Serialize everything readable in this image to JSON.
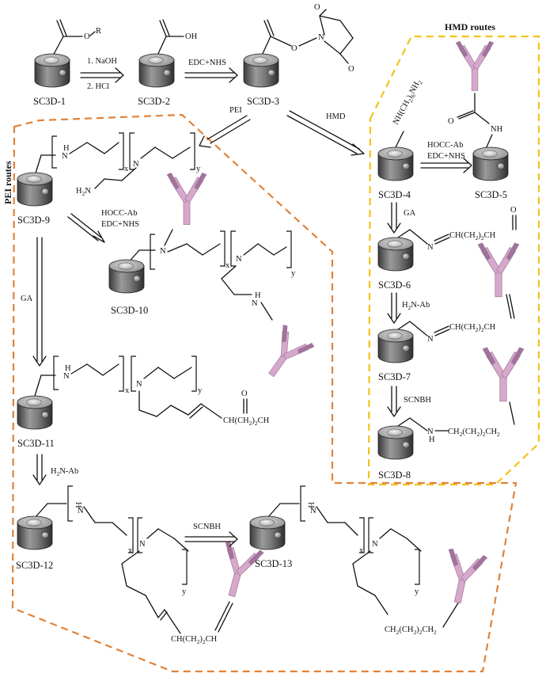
{
  "routes": {
    "hmd_title": "HMD routes",
    "pei_title": "PEI routes",
    "hmd_color": "#f2c21b",
    "pei_color": "#e0823a"
  },
  "antibody_color": "#d6a8cc",
  "antibody_dark": "#a0749a",
  "compounds": {
    "sc1": "SC3D-1",
    "sc2": "SC3D-2",
    "sc3": "SC3D-3",
    "sc4": "SC3D-4",
    "sc5": "SC3D-5",
    "sc6": "SC3D-6",
    "sc7": "SC3D-7",
    "sc8": "SC3D-8",
    "sc9": "SC3D-9",
    "sc10": "SC3D-10",
    "sc11": "SC3D-11",
    "sc12": "SC3D-12",
    "sc13": "SC3D-13"
  },
  "reagents": {
    "naoh": "1. NaOH",
    "hcl": "2. HCl",
    "edc_nhs": "EDC+NHS",
    "pei": "PEI",
    "hmd": "HMD",
    "hocc_ab_hmd": "HOCC-Ab",
    "edc_nhs_hmd": "EDC+NHS",
    "ga_hmd": "GA",
    "h2n_ab_hmd_a": "H",
    "h2n_ab_hmd_sub": "2",
    "h2n_ab_hmd_b": "N-Ab",
    "scnbh_hmd": "SCNBH",
    "hocc_ab_pei": "HOCC-Ab",
    "edc_nhs_pei": "EDC+NHS",
    "ga_pei": "GA",
    "h2n_ab_pei_a": "H",
    "h2n_ab_pei_sub": "2",
    "h2n_ab_pei_b": "N-Ab",
    "scnbh_pei": "SCNBH"
  },
  "atoms": {
    "r": "R",
    "oh": "OH",
    "o": "O",
    "n": "N",
    "nh": "NH",
    "h": "H",
    "x": "x",
    "y": "y",
    "hmd_amine_a": "NH(CH",
    "hmd_amine_s1": "2",
    "hmd_amine_b": ")",
    "hmd_amine_s2": "6",
    "hmd_amine_c": "NH",
    "hmd_amine_s3": "2",
    "amine_nh2_a": "H",
    "amine_nh2_s": "2",
    "amine_nh2_b": "N",
    "imine_a": "CH(CH",
    "imine_s1": "2",
    "imine_b": ")",
    "imine_s2": "2",
    "imine_c": "CH",
    "imine6_pre": "=CH(CH",
    "red_a": "CH",
    "red_s1": "2",
    "red_b": "(CH",
    "red_s2": "2",
    "red_c": ")",
    "red_s3": "2",
    "red_d": "CH",
    "red_s4": "2"
  }
}
